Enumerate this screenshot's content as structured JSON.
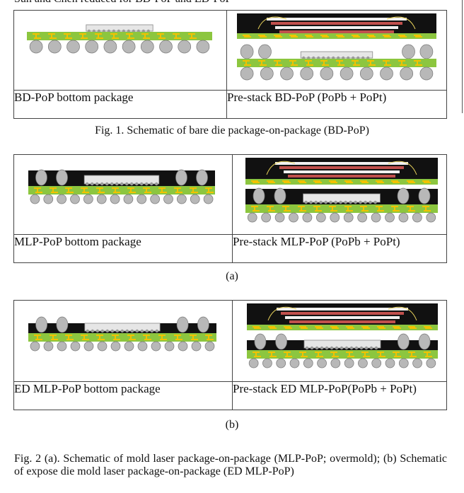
{
  "top_partial_text": "Sun and Chen reduced for BD-PoP and ED-PoP",
  "fig1": {
    "panels": [
      {
        "caption": "BD-PoP bottom package"
      },
      {
        "caption": "Pre-stack BD-PoP (PoPb + PoPt)"
      }
    ],
    "caption": "Fig. 1.   Schematic of bare die package-on-package (BD-PoP)"
  },
  "fig2a": {
    "panels": [
      {
        "caption": "MLP-PoP bottom package"
      },
      {
        "caption": "Pre-stack MLP-PoP (PoPb + PoPt)"
      }
    ],
    "label": "(a)"
  },
  "fig2b": {
    "panels": [
      {
        "caption": "ED MLP-PoP bottom package"
      },
      {
        "caption": "Pre-stack ED MLP-PoP(PoPb + PoPt)"
      }
    ],
    "label": "(b)"
  },
  "fig2_caption": "Fig. 2 (a). Schematic of mold laser package-on-package (MLP-PoP; overmold); (b) Schematic of expose die mold laser package-on-package (ED MLP-PoP)",
  "colors": {
    "substrate": "#8cc63f",
    "trace": "#f2c200",
    "mold": "#111111",
    "die": "#e6e6e6",
    "die_top": "#c0504d",
    "ball": "#b8b8b8",
    "wire": "#e8d25a"
  }
}
